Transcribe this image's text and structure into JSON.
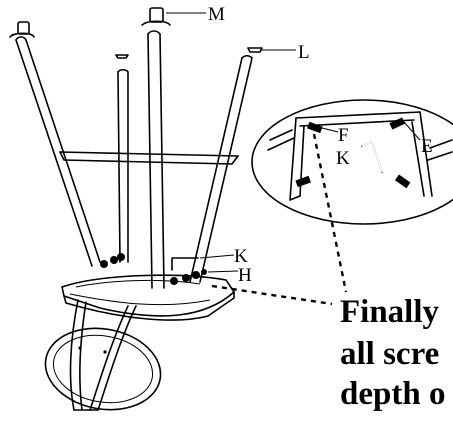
{
  "labels": {
    "m": "M",
    "l": "L",
    "f": "F",
    "e": "E",
    "k_detail": "K",
    "k_main": "K",
    "h": "H"
  },
  "note": {
    "line1": "Finally",
    "line2": "all scre",
    "line3": "depth o"
  }
}
